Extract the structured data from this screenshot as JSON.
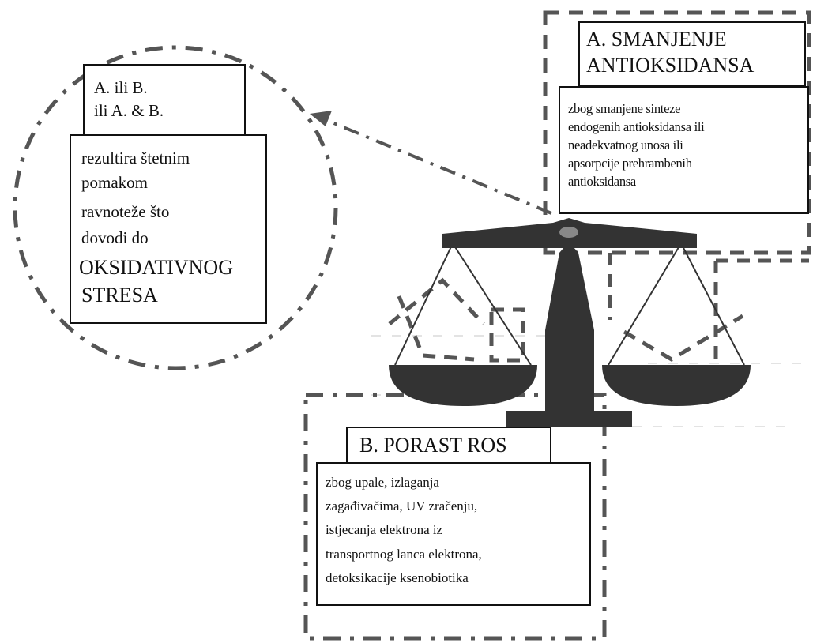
{
  "colors": {
    "ink": "#111111",
    "scale": "#333333",
    "dash": "#555555",
    "accent": "#888888"
  },
  "combo_box": {
    "lines": [
      "A. ili B.",
      "ili A. & B."
    ]
  },
  "result_box": {
    "lines": [
      "rezultira štetnim",
      "pomakom",
      "ravnoteže što",
      "dovodi do",
      "OKSIDATIVNOG",
      "STRESA"
    ]
  },
  "a_title_box": {
    "lines": [
      "A. SMANJENJE",
      "ANTIOKSIDANSA"
    ]
  },
  "a_desc_box": {
    "lines": [
      "zbog smanjene sinteze",
      "endogenih antioksidansa ili",
      "neadekvatnog unosa ili",
      "apsorpcije prehrambenih",
      "antioksidansa"
    ]
  },
  "b_title_box": {
    "title": "B. PORAST ROS"
  },
  "b_desc_box": {
    "lines": [
      "zbog upale, izlaganja",
      "zagađivačima,  UV zračenju,",
      "istjecanja elektrona iz",
      "transportnog lanca elektrona,",
      "detoksikacije  ksenobiotika"
    ]
  }
}
